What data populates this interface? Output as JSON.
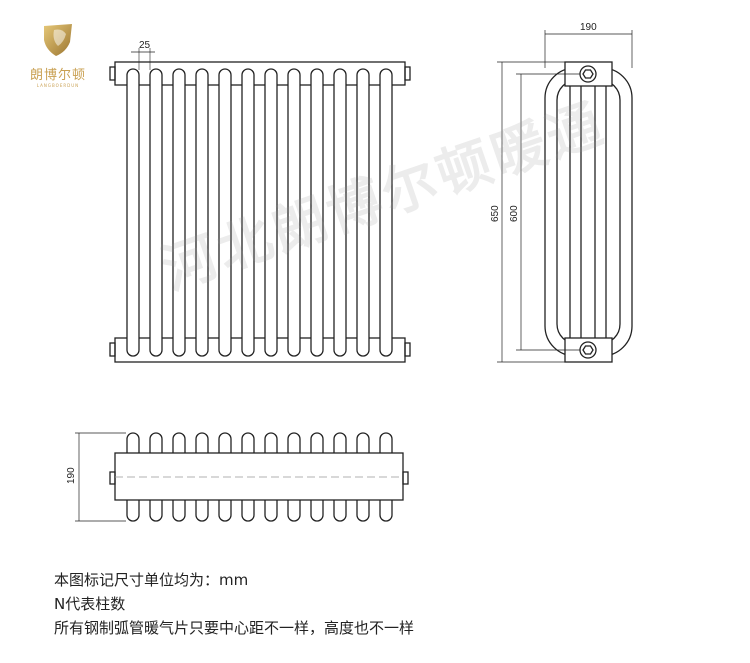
{
  "logo": {
    "name_cn": "朗博尔顿",
    "name_en": "LANGBOERDUN"
  },
  "watermark": "河北朗博尔顿暖通",
  "dimensions": {
    "column_pitch": "25",
    "side_depth": "190",
    "overall_height": "650",
    "center_distance": "600",
    "top_depth": "190"
  },
  "column_count": 12,
  "notes": [
    "本图标记尺寸单位均为：mm",
    "N代表柱数",
    "所有钢制弧管暖气片只要中心距不一样，高度也不一样"
  ],
  "colors": {
    "line": "#222222",
    "logo": "#c9a052"
  }
}
